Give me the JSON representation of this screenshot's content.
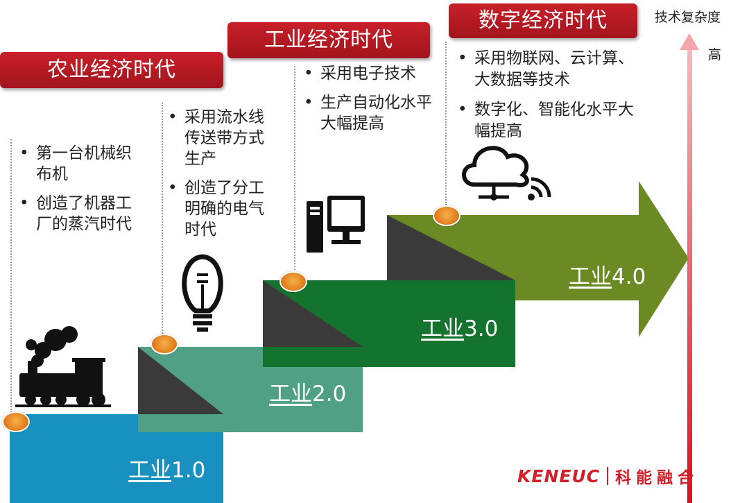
{
  "eras": [
    {
      "label": "农业经济时代"
    },
    {
      "label": "工业经济时代"
    },
    {
      "label": "数字经济时代"
    }
  ],
  "stages": [
    {
      "label_cn": "工业",
      "label_ver": "1.0",
      "color": "#1890c0",
      "bullets": [
        "第一台机械织布机",
        "创造了机器工厂的蒸汽时代"
      ],
      "icon": "steam-locomotive-icon"
    },
    {
      "label_cn": "工业",
      "label_ver": "2.0",
      "color": "#4fa084",
      "bullets": [
        "采用流水线传送带方式生产",
        "创造了分工明确的电气时代"
      ],
      "icon": "light-bulb-icon"
    },
    {
      "label_cn": "工业",
      "label_ver": "3.0",
      "color": "#13732f",
      "bullets": [
        "采用电子技术",
        "生产自动化水平大幅提高"
      ],
      "icon": "desktop-computer-icon"
    },
    {
      "label_cn": "工业",
      "label_ver": "4.0",
      "color": "#6b8a23",
      "bullets": [
        "采用物联网、云计算、大数据等技术",
        "数字化、智能化水平大幅提高"
      ],
      "icon": "cloud-wifi-icon"
    }
  ],
  "axis": {
    "title": "技术复杂度",
    "high_label": "高",
    "color": "#e8303c"
  },
  "brand": {
    "en": "KENEUC",
    "cn": "科能融合",
    "color": "#d21e28"
  }
}
